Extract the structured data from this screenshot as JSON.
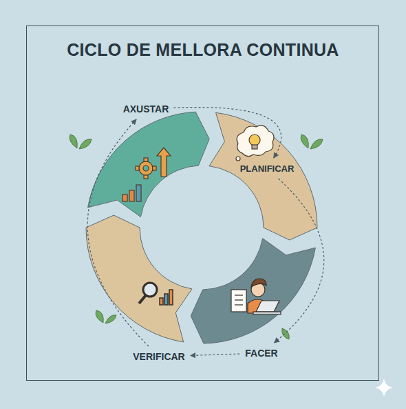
{
  "diagram": {
    "title": "CICLO DE MELLORA CONTINUA",
    "nodes": [
      {
        "text": [
          "AXUSTAR"
        ]
      },
      {
        "text": [
          "PLANIFICAR"
        ]
      },
      {
        "text": [
          "FACER"
        ]
      },
      {
        "text": [
          "VERIFICAR"
        ]
      }
    ],
    "edges": [
      {
        "from": 0,
        "to": 1,
        "arrow": "to"
      },
      {
        "from": 1,
        "to": 2,
        "arrow": "to"
      },
      {
        "from": 2,
        "to": 3,
        "arrow": "to"
      },
      {
        "from": 3,
        "to": 0,
        "arrow": "to"
      }
    ]
  }
}
